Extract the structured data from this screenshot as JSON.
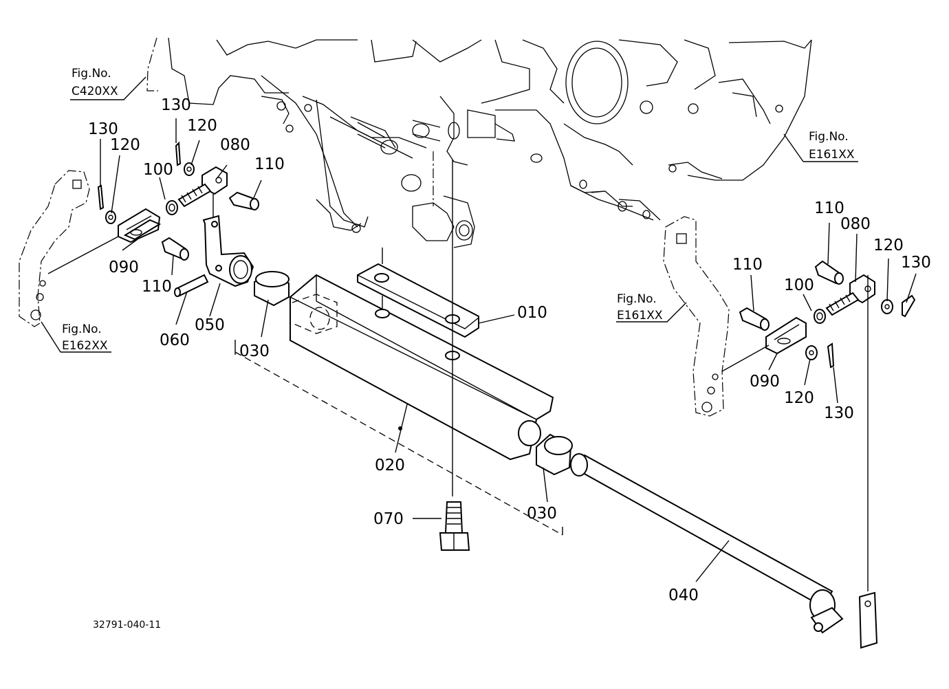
{
  "diagram_code": "32791-040-11",
  "fig_refs": [
    {
      "id": "c420",
      "line1": "Fig.No.",
      "line2": "C420XX"
    },
    {
      "id": "e161-top",
      "line1": "Fig.No.",
      "line2": "E161XX"
    },
    {
      "id": "e161-mid",
      "line1": "Fig.No.",
      "line2": "E161XX"
    },
    {
      "id": "e162",
      "line1": "Fig.No.",
      "line2": "E162XX"
    }
  ],
  "callouts": {
    "p010": "010",
    "p020": "020",
    "p030_a": "030",
    "p030_b": "030",
    "p040": "040",
    "p050": "050",
    "p060": "060",
    "p070": "070",
    "p080_l": "080",
    "p080_r": "080",
    "p090_l": "090",
    "p090_r": "090",
    "p100_l": "100",
    "p100_r": "100",
    "p110_l1": "110",
    "p110_l2": "110",
    "p110_r1": "110",
    "p110_r2": "110",
    "p120_l1": "120",
    "p120_l2": "120",
    "p120_r1": "120",
    "p120_r2": "120",
    "p130_l1": "130",
    "p130_l2": "130",
    "p130_r1": "130",
    "p130_r2": "130"
  }
}
